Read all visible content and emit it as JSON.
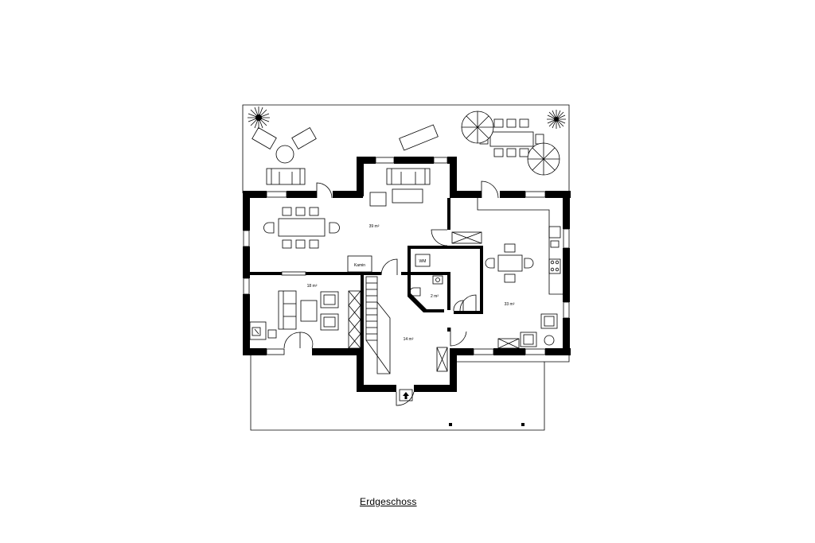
{
  "caption": "Erdgeschoss",
  "rooms": {
    "living_area": "39 m²",
    "room_left": "18 m²",
    "hall": "14 m²",
    "wc": "2 m²",
    "kitchen": "33 m²"
  },
  "labels": {
    "fireplace": "Kamin",
    "washer": "WM"
  }
}
